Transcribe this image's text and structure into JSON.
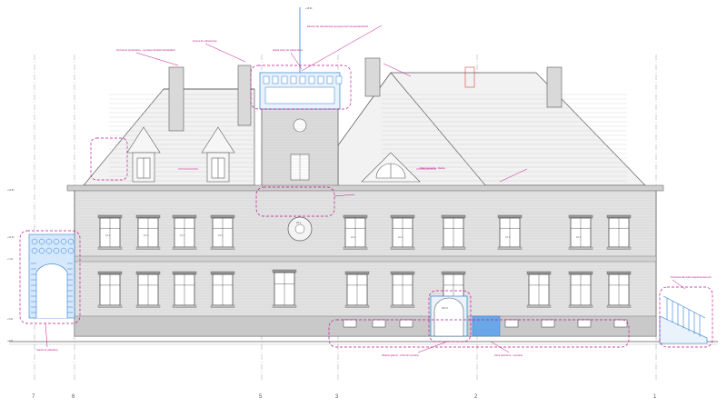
{
  "drawing": {
    "colors": {
      "line": "#5a5a5a",
      "brick": "#8a8a8a",
      "roof": "#9a9a9a",
      "annotation": "#c0148c",
      "blue": "#2f7fd6",
      "red": "#e0403a",
      "axis": "#7a7a7a"
    },
    "axis_labels": [
      "7",
      "6",
      "5",
      "3",
      "2",
      "1"
    ],
    "window_tags": [
      "LO.1",
      "LO.1",
      "LO.1",
      "LO.1",
      "LD.1",
      "LO.1",
      "LO.1",
      "LO.1",
      "LO.1"
    ],
    "door_tag": "DR.01",
    "annotations": [
      "Dymnik do przebudowy - wymiana obróbek blacharskich",
      "Gzyms do odtworzenia",
      "Element do rekonstrukcji wg wytycznych konserwatorskich",
      "Pokrycie dachu - blacha",
      "Attyka wieży do odtworzenia",
      "Ganek do odbudowy",
      "Pochylnia dla osób niepełnosprawnych",
      "Okna piwniczne - wymiana",
      "Wejście główne - drzwi do wymiany"
    ],
    "level_marks": [
      "+0.00",
      "+3.60",
      "+7.20",
      "+10.40",
      "+14.80",
      "+18.90"
    ]
  }
}
